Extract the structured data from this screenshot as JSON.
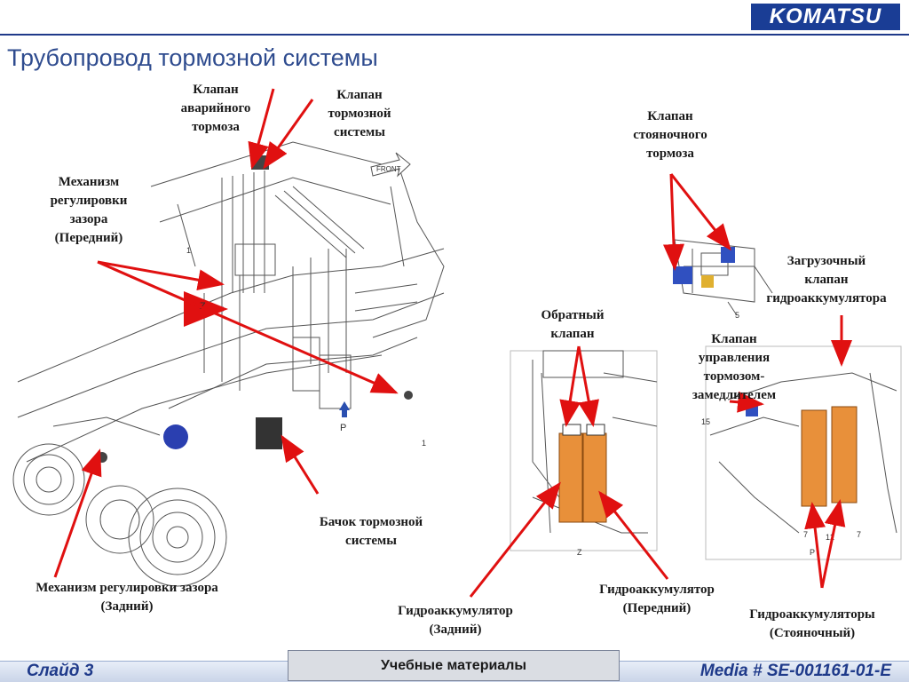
{
  "header": {
    "logo": "KOMATSU",
    "title": "Трубопровод тормозной системы"
  },
  "labels": {
    "emergency_valve": "Клапан\nаварийного\nтормоза",
    "brake_valve": "Клапан\nтормозной\nсистемы",
    "slack_front": "Механизм\nрегулировки\nзазора\n(Передний)",
    "slack_rear": "Механизм регулировки зазора\n(Задний)",
    "brake_tank": "Бачок тормозной\nсистемы",
    "parking_valve": "Клапан\nстояночного\nтормоза",
    "charge_valve": "Загрузочный\nклапан\nгидроаккумулятора",
    "check_valve": "Обратный\nклапан",
    "retarder_valve": "Клапан\nуправления\nтормозом-\nзамедлителем",
    "acc_rear": "Гидроаккумулятор\n(Задний)",
    "acc_front": "Гидроаккумулятор\n(Передний)",
    "acc_parking": "Гидроаккумуляторы\n(Стояночный)"
  },
  "diagram_marks": {
    "front_arrow": "FRONT",
    "view_z": "Z",
    "view_p": "P",
    "part_1": "1",
    "part_5": "5",
    "part_7": "7",
    "part_12": "12",
    "part_15": "15"
  },
  "footer": {
    "slide": "Слайд 3",
    "center": "Учебные материалы",
    "media": "Media # SE-001161-01-E"
  },
  "colors": {
    "accent": "#1f3a8a",
    "arrow": "#e01010",
    "accumulator": "#e8903a"
  }
}
